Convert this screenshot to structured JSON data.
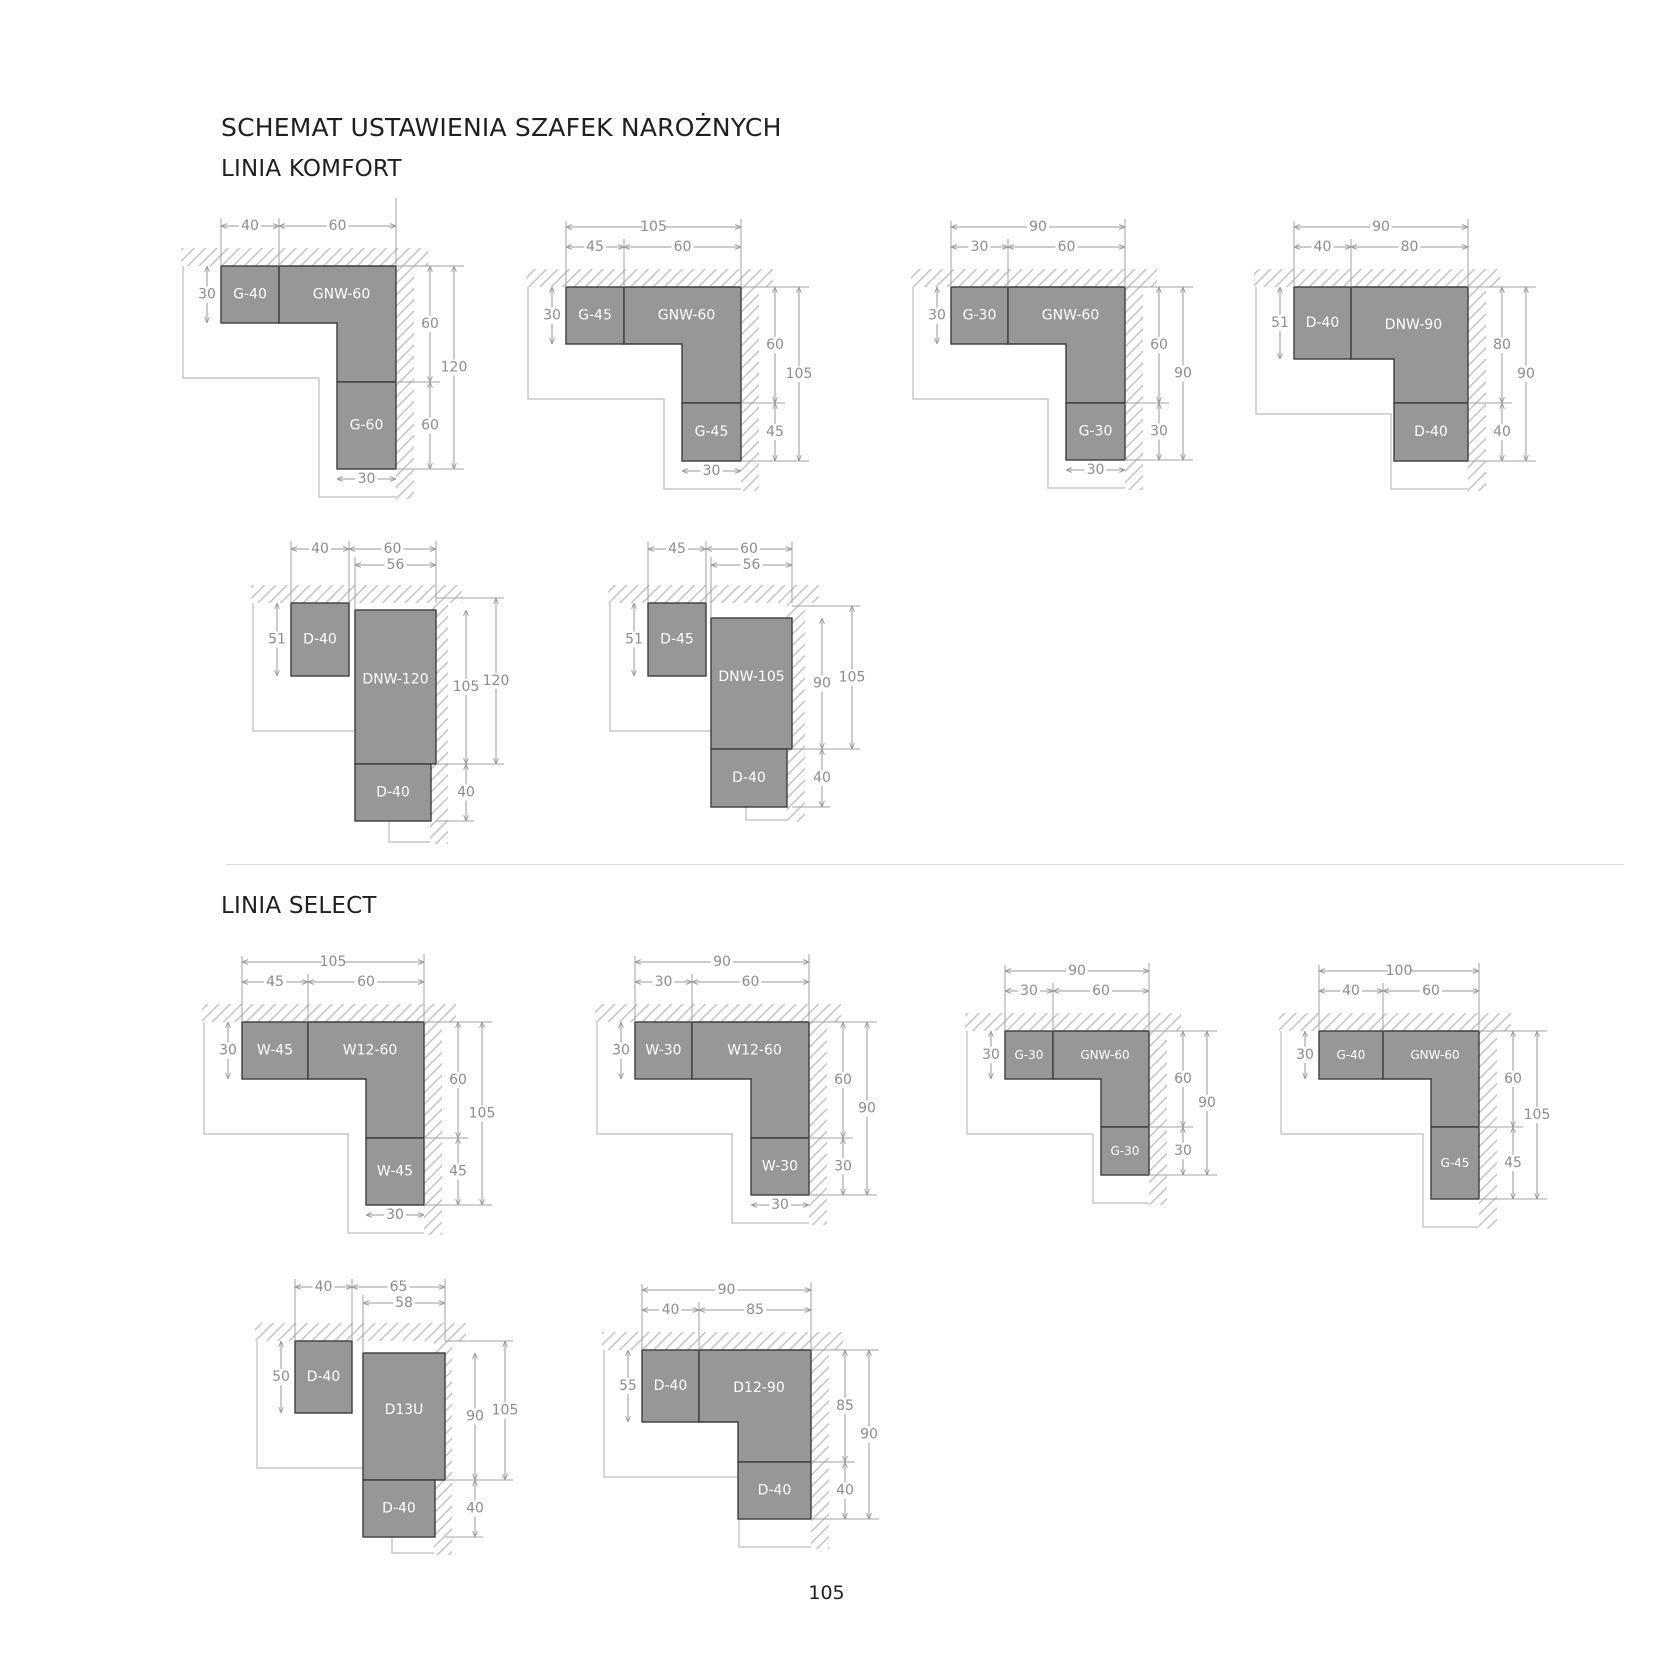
{
  "header": {
    "title": "SCHEMAT USTAWIENIA SZAFEK NAROŻNYCH",
    "section_komfort": "LINIA KOMFORT",
    "section_select": "LINIA SELECT"
  },
  "footer": {
    "page_number": "105"
  },
  "colors": {
    "cabinet_fill": "#979797",
    "cabinet_stroke": "#3d3d3d",
    "wall_hatch": "#c4c4c4",
    "dimension": "#9a9a9a",
    "text": "#1f1f1f"
  },
  "komfort": {
    "diagrams": [
      {
        "cabinets": [
          "G-40",
          "GNW-60",
          "G-60"
        ],
        "dims": {
          "top": [
            "40",
            "60"
          ],
          "left": "30",
          "right_inner": [
            "60",
            "60"
          ],
          "right_total": "120",
          "bottom": "30"
        }
      },
      {
        "cabinets": [
          "G-45",
          "GNW-60",
          "G-45"
        ],
        "dims": {
          "top_total": "105",
          "top": [
            "45",
            "60"
          ],
          "left": "30",
          "right_inner": [
            "60",
            "45"
          ],
          "right_total": "105",
          "bottom": "30"
        }
      },
      {
        "cabinets": [
          "G-30",
          "GNW-60",
          "G-30"
        ],
        "dims": {
          "top_total": "90",
          "top": [
            "30",
            "60"
          ],
          "left": "30",
          "right_inner": [
            "60",
            "30"
          ],
          "right_total": "90",
          "bottom": "30"
        }
      },
      {
        "cabinets": [
          "D-40",
          "DNW-90",
          "D-40"
        ],
        "dims": {
          "top_total": "90",
          "top": [
            "40",
            "80"
          ],
          "left": "51",
          "right_inner": [
            "80",
            "40"
          ],
          "right_total": "90"
        }
      },
      {
        "cabinets": [
          "D-40",
          "DNW-120",
          "D-40"
        ],
        "dims": {
          "top": [
            "40",
            "60",
            "56"
          ],
          "left": "51",
          "right_inner": [
            "105",
            "40"
          ],
          "right_total": "120"
        }
      },
      {
        "cabinets": [
          "D-45",
          "DNW-105",
          "D-40"
        ],
        "dims": {
          "top": [
            "45",
            "60",
            "56"
          ],
          "left": "51",
          "right_inner": [
            "90",
            "40"
          ],
          "right_total": "105"
        }
      }
    ]
  },
  "select": {
    "diagrams": [
      {
        "cabinets": [
          "W-45",
          "W12-60",
          "W-45"
        ],
        "dims": {
          "top_total": "105",
          "top": [
            "45",
            "60"
          ],
          "left": "30",
          "right_inner": [
            "60",
            "45"
          ],
          "right_total": "105",
          "bottom": "30"
        }
      },
      {
        "cabinets": [
          "W-30",
          "W12-60",
          "W-30"
        ],
        "dims": {
          "top_total": "90",
          "top": [
            "30",
            "60"
          ],
          "left": "30",
          "right_inner": [
            "60",
            "30"
          ],
          "right_total": "90",
          "bottom": "30"
        }
      },
      {
        "cabinets": [
          "G-30",
          "GNW-60",
          "G-30"
        ],
        "dims": {
          "top_total": "90",
          "top": [
            "30",
            "60"
          ],
          "left": "30",
          "right_inner": [
            "60",
            "30"
          ],
          "right_total": "90"
        }
      },
      {
        "cabinets": [
          "G-40",
          "GNW-60",
          "G-45"
        ],
        "dims": {
          "top_total": "100",
          "top": [
            "40",
            "60"
          ],
          "left": "30",
          "right_inner": [
            "60",
            "45"
          ],
          "right_total": "105"
        }
      },
      {
        "cabinets": [
          "D-40",
          "D13U",
          "D-40"
        ],
        "dims": {
          "top": [
            "40",
            "65",
            "58"
          ],
          "left": "50",
          "right_inner": [
            "90",
            "40"
          ],
          "right_total": "105"
        }
      },
      {
        "cabinets": [
          "D-40",
          "D12-90",
          "D-40"
        ],
        "dims": {
          "top_total": "90",
          "top": [
            "40",
            "85"
          ],
          "left": "55",
          "right_inner": [
            "85",
            "40"
          ],
          "right_total": "90"
        }
      }
    ]
  }
}
